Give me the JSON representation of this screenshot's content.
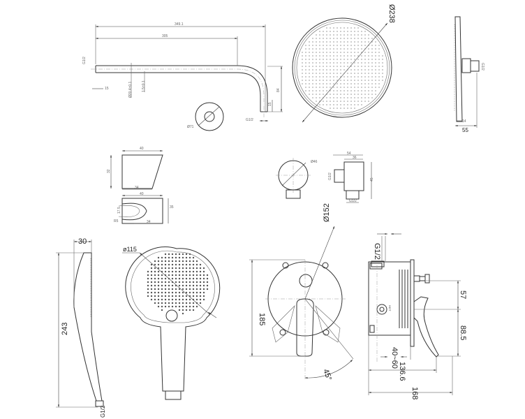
{
  "shower_arm": {
    "overall_length": "349.1",
    "straight_length": "305",
    "thread": "G1/2",
    "thread_length": "15",
    "pipe_diameter": "Ø20.4±0.1",
    "wall": "1.5±0.1",
    "drop_height": "84",
    "end_thread_length": "15",
    "end_thread": "G1/2",
    "flange_diameter": "Ø71"
  },
  "rain_head": {
    "diameter": "Ø238",
    "thread": "G1/2",
    "plate_thickness": "14",
    "depth": "55"
  },
  "wall_outlet_left": {
    "width_top": "40",
    "height": "32",
    "width_bottom": "34",
    "width_plan": "40",
    "depth_plan": "35",
    "bore": "17.5",
    "radius": "R5",
    "offset": "34"
  },
  "wall_outlet_right": {
    "diameter": "Ø46",
    "width_total": "54",
    "width_body": "36",
    "thread_height": "G1/2",
    "height": "45",
    "bottom_thread": "G1/2"
  },
  "hand_shower": {
    "depth": "30",
    "length": "243",
    "thread": "G1/2",
    "head_diameter": "ø115"
  },
  "mixer_valve": {
    "plate_diameter": "Ø152",
    "height": "185",
    "rotation": "45°",
    "inlet_thread": "G1/2",
    "upper_offset": "57",
    "lower_offset": "88.5",
    "install_depth": "40~60",
    "lever_projection": "136.6",
    "total_depth": "168",
    "hot_label": "HOT"
  }
}
